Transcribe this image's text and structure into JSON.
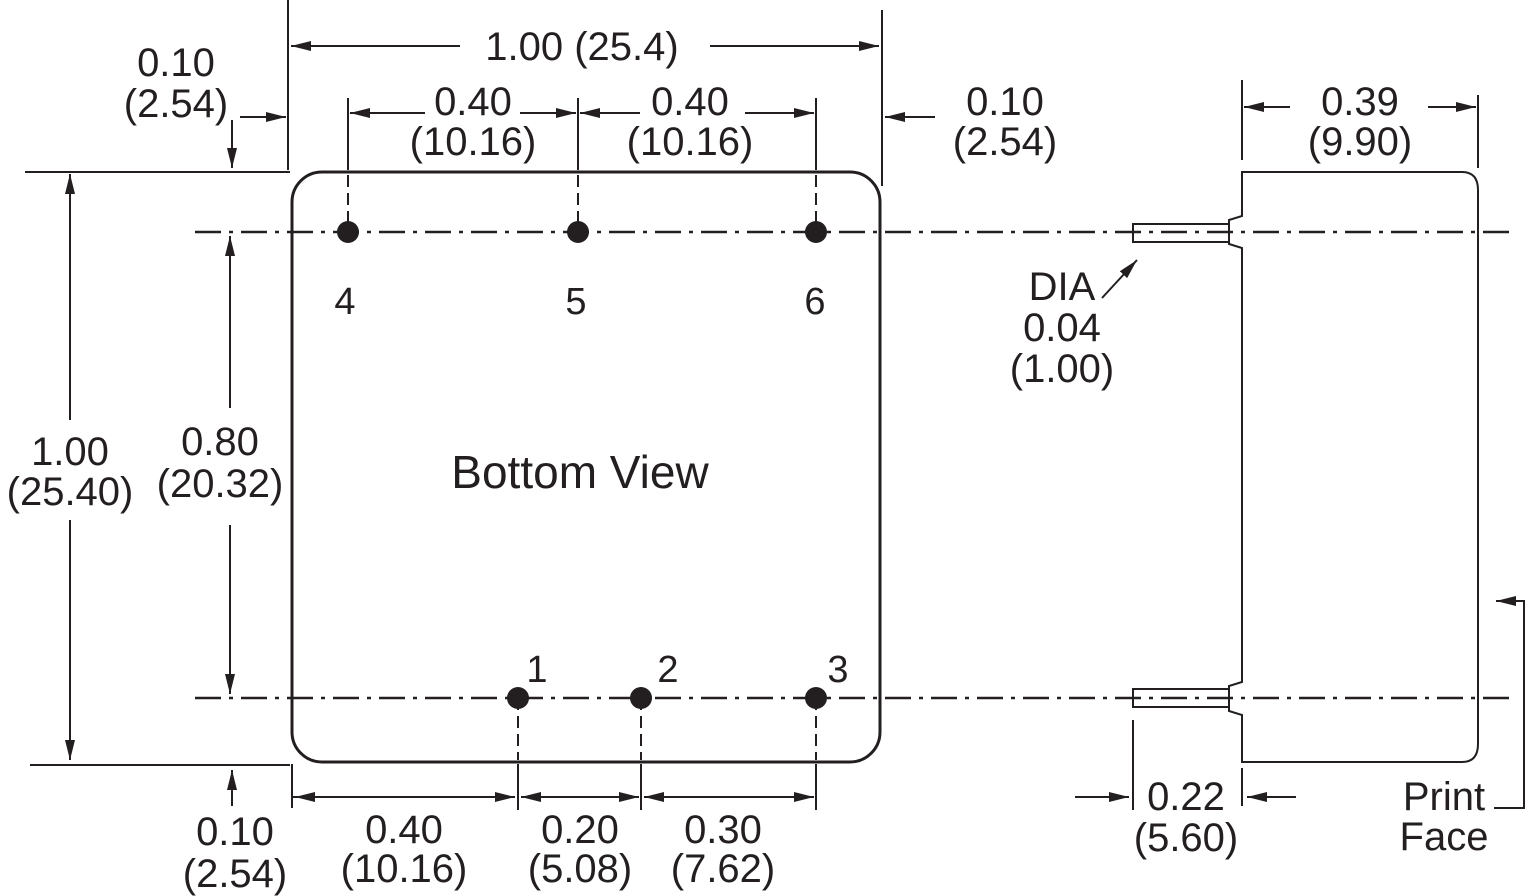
{
  "view_label": "Bottom View",
  "pins": {
    "p1": "1",
    "p2": "2",
    "p3": "3",
    "p4": "4",
    "p5": "5",
    "p6": "6"
  },
  "dims": {
    "overall_width": "1.00 (25.4)",
    "pitch_top_a": {
      "in": "0.40",
      "mm": "(10.16)"
    },
    "pitch_top_b": {
      "in": "0.40",
      "mm": "(10.16)"
    },
    "left_margin_top": {
      "in": "0.10",
      "mm": "(2.54)"
    },
    "right_margin": {
      "in": "0.10",
      "mm": "(2.54)"
    },
    "overall_height": {
      "in": "1.00",
      "mm": "(25.40)"
    },
    "row_spacing": {
      "in": "0.80",
      "mm": "(20.32)"
    },
    "bottom_margin": {
      "in": "0.10",
      "mm": "(2.54)"
    },
    "bottom_a": {
      "in": "0.40",
      "mm": "(10.16)"
    },
    "bottom_b": {
      "in": "0.20",
      "mm": "(5.08)"
    },
    "bottom_c": {
      "in": "0.30",
      "mm": "(7.62)"
    },
    "depth": {
      "in": "0.39",
      "mm": "(9.90)"
    },
    "pin_dia": {
      "label": "DIA",
      "in": "0.04",
      "mm": "(1.00)"
    },
    "pin_length": {
      "in": "0.22",
      "mm": "(5.60)"
    }
  },
  "print_face": {
    "line1": "Print",
    "line2": "Face"
  }
}
